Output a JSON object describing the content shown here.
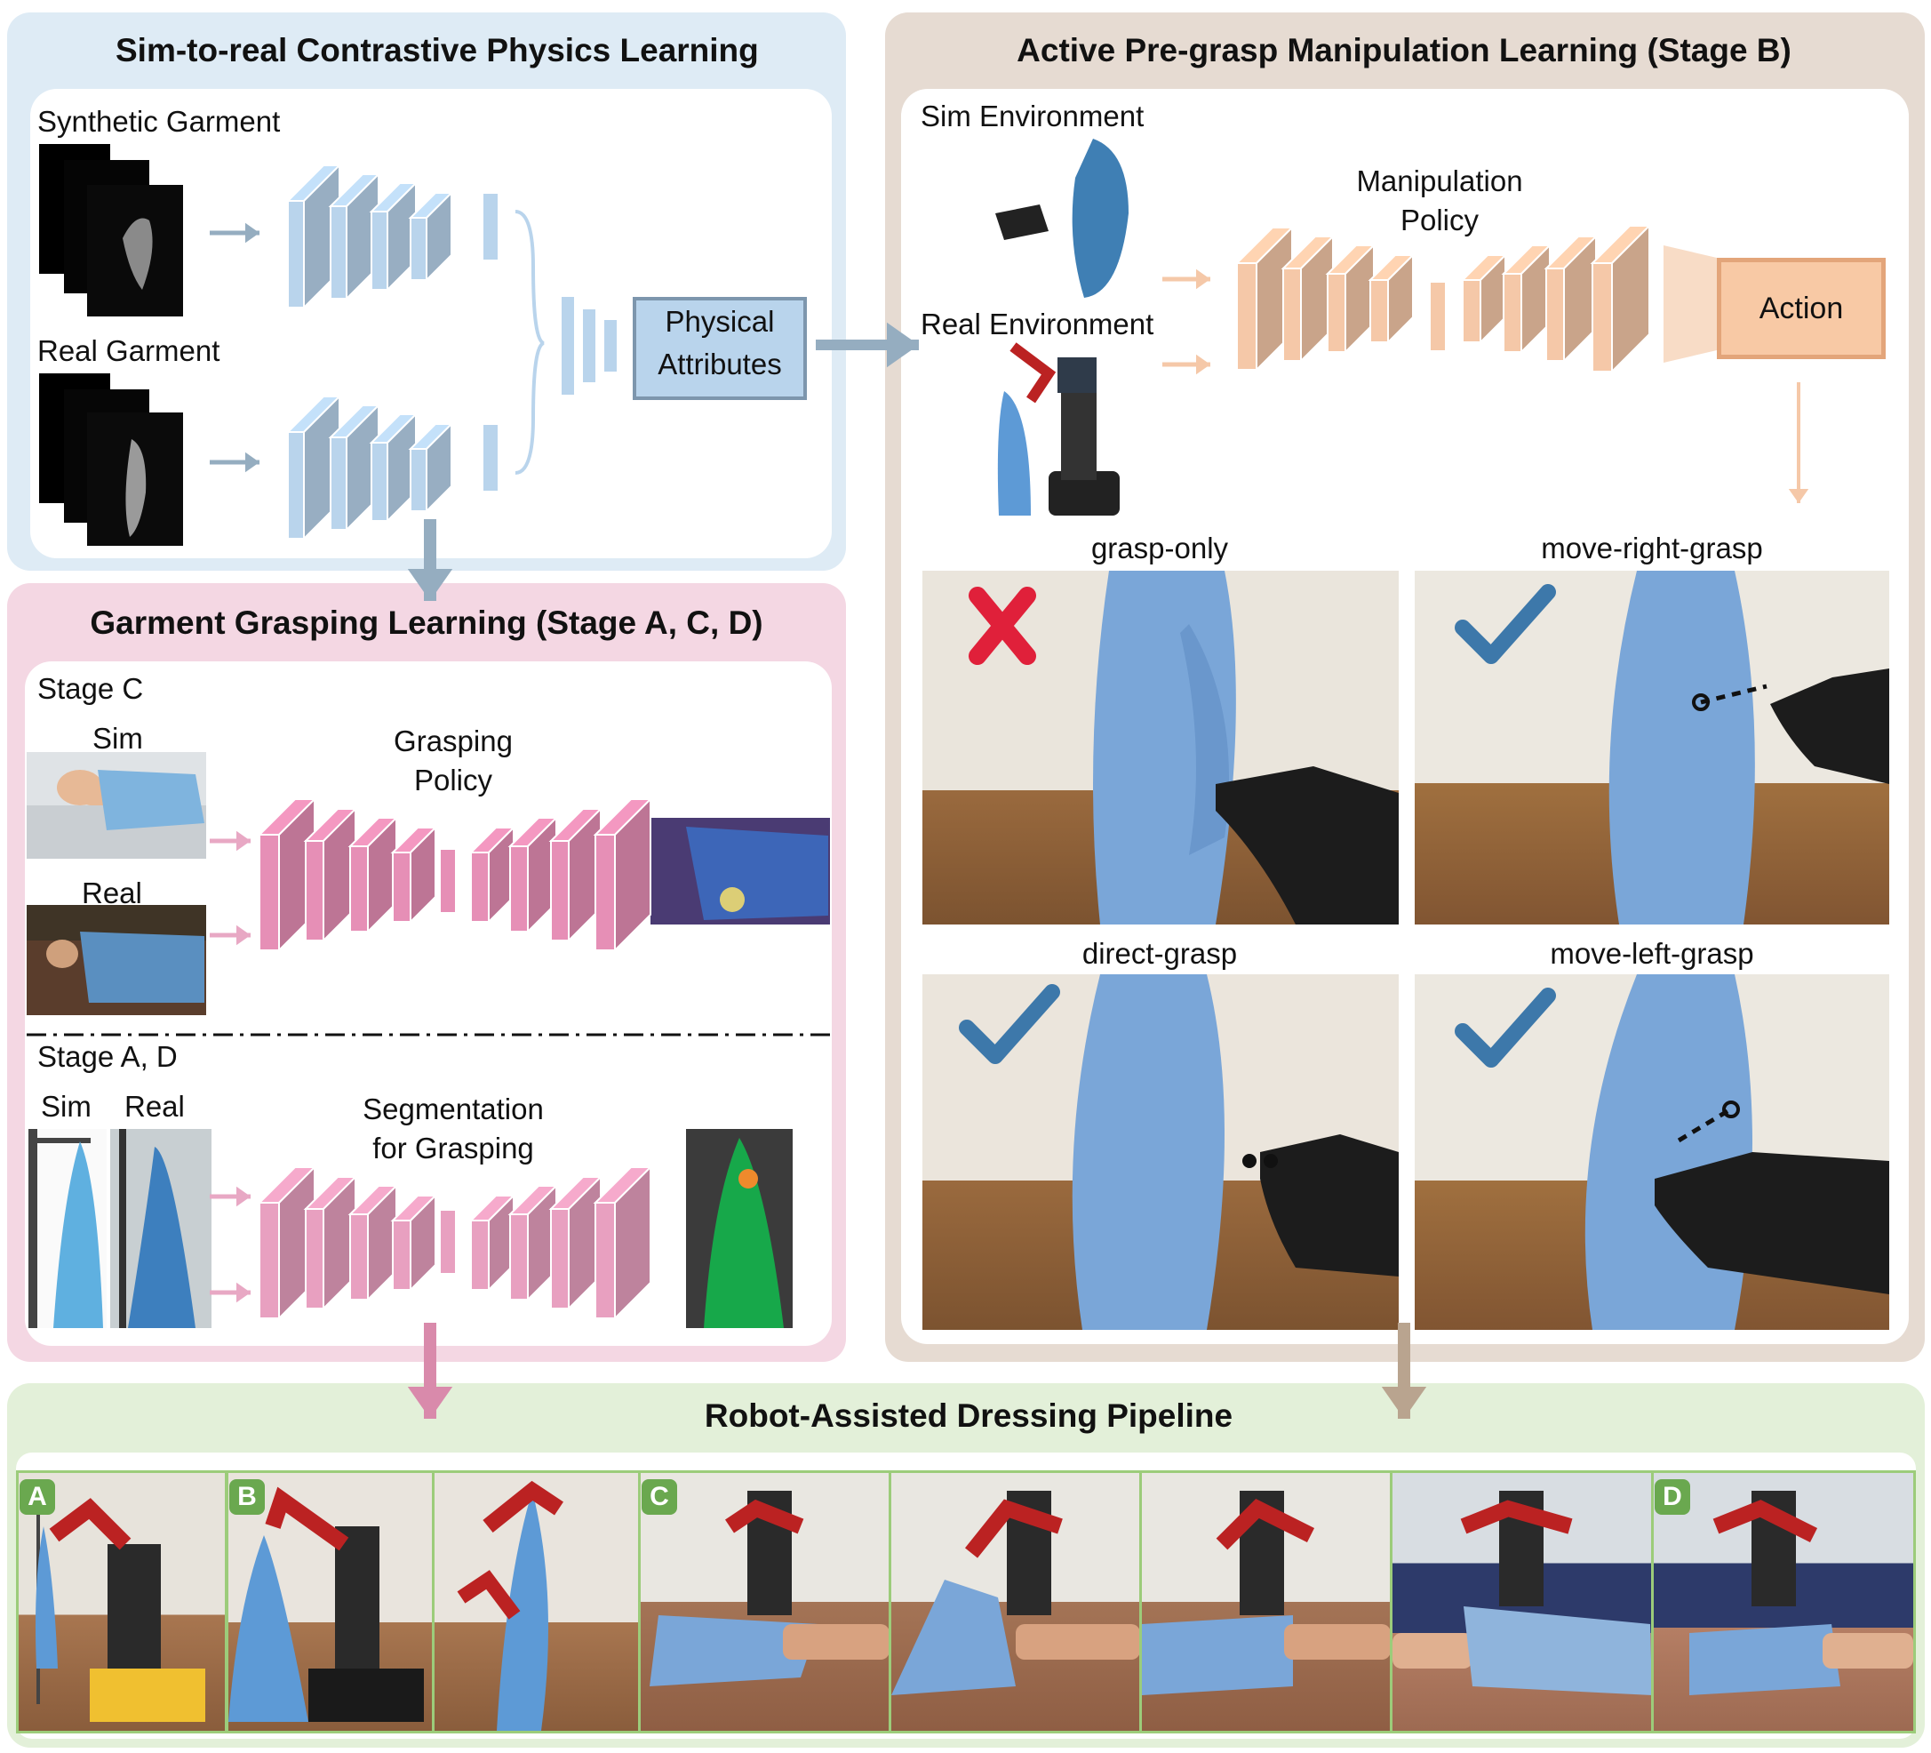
{
  "colors": {
    "blue_panel": "#deebf5",
    "pink_panel": "#f4d7e3",
    "tan_panel": "#e6dbd2",
    "green_panel": "#e3f0d9",
    "blue_net": "#b9d4ec",
    "pink_net": "#e68fb6",
    "orange_net": "#f5c8a8",
    "action_fill": "#f8c9a5",
    "arrow_gray": "#95adc0",
    "check_blue": "#3d78aa",
    "cross_red": "#e0203a"
  },
  "sim2real": {
    "title": "Sim-to-real Contrastive Physics Learning",
    "synthetic_label": "Synthetic Garment",
    "real_label": "Real Garment",
    "attributes_label_line1": "Physical",
    "attributes_label_line2": "Attributes"
  },
  "grasping": {
    "title": "Garment Grasping Learning",
    "title_suffix": "(Stage A, C, D)",
    "stage_c_label": "Stage C",
    "sim_label": "Sim",
    "real_label": "Real",
    "policy_line1": "Grasping",
    "policy_line2": "Policy",
    "stage_ad_label": "Stage A, D",
    "sim_label2": "Sim",
    "real_label2": "Real",
    "seg_line1": "Segmentation",
    "seg_line2": "for Grasping"
  },
  "manipulation": {
    "title": "Active Pre-grasp Manipulation Learning",
    "title_suffix": "(Stage B)",
    "sim_env_label": "Sim Environment",
    "real_env_label": "Real Environment",
    "policy_line1": "Manipulation",
    "policy_line2": "Policy",
    "action_label": "Action",
    "outcomes": [
      {
        "label": "grasp-only",
        "result": "fail"
      },
      {
        "label": "move-right-grasp",
        "result": "success"
      },
      {
        "label": "direct-grasp",
        "result": "success"
      },
      {
        "label": "move-left-grasp",
        "result": "success"
      }
    ]
  },
  "pipeline": {
    "title": "Robot-Assisted Dressing Pipeline",
    "badges": [
      "A",
      "B",
      "C",
      "D"
    ]
  }
}
